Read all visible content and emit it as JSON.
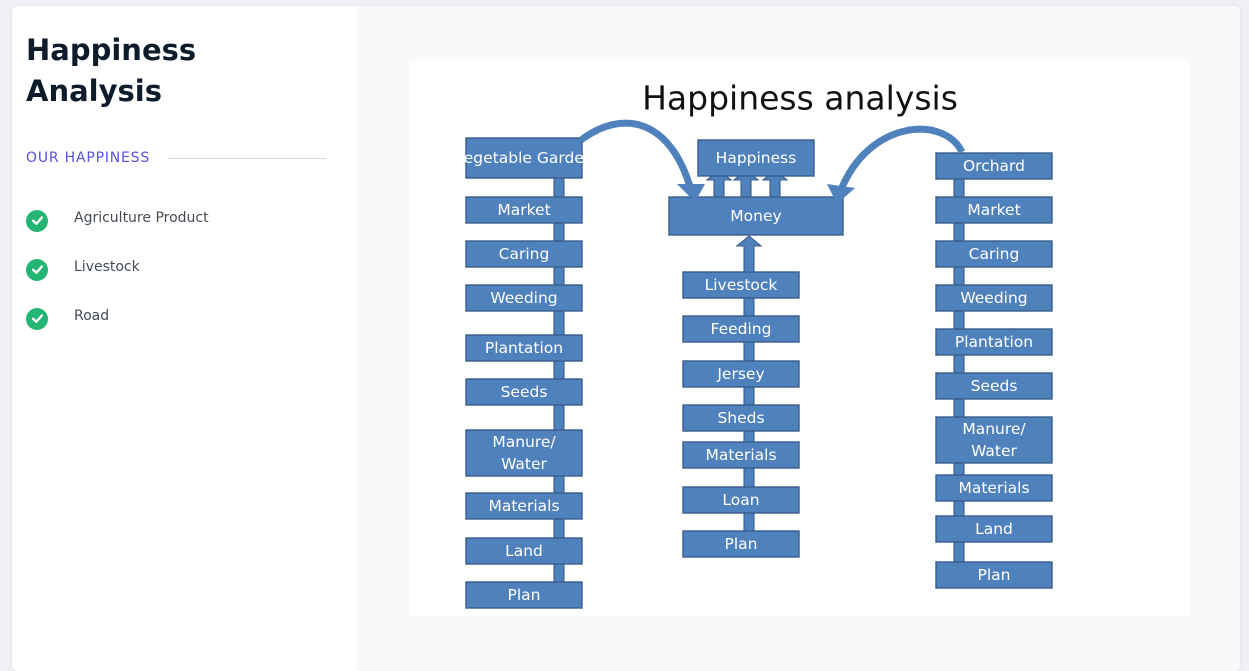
{
  "sidebar": {
    "title": "Happiness Analysis",
    "section_label": "OUR HAPPINESS",
    "items": [
      {
        "label": "Agriculture Product",
        "icon": "check-circle-icon"
      },
      {
        "label": "Livestock",
        "icon": "check-circle-icon"
      },
      {
        "label": "Road",
        "icon": "check-circle-icon"
      }
    ]
  },
  "colors": {
    "accent": "#5a4ee0",
    "check": "#22b573",
    "box_fill": "#4f81bd",
    "box_stroke": "#385d8a",
    "title_text": "#0d1b2a"
  },
  "diagram": {
    "title": "Happiness analysis",
    "top": {
      "goal": "Happiness",
      "hub": "Money"
    },
    "left_column": [
      "Vegetable Garden",
      "Market",
      "Caring",
      "Weeding",
      "Plantation",
      "Seeds",
      "Manure/ Water",
      "Materials",
      "Land",
      "Plan"
    ],
    "center_column": [
      "Livestock",
      "Feeding",
      "Jersey",
      "Sheds",
      "Materials",
      "Loan",
      "Plan"
    ],
    "right_column": [
      "Orchard",
      "Market",
      "Caring",
      "Weeding",
      "Plantation",
      "Seeds",
      "Manure/ Water",
      "Materials",
      "Land",
      "Plan"
    ]
  }
}
